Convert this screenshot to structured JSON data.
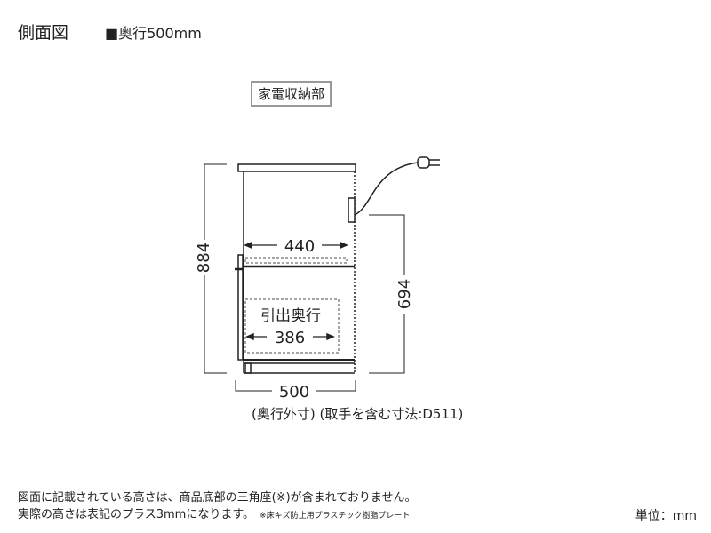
{
  "title": "側面図",
  "subtitle": "■奥行500mm",
  "section_label": "家電収納部",
  "dimensions": {
    "height_total": "884",
    "inner_width": "440",
    "counter_height": "694",
    "drawer_label": "引出奥行",
    "drawer_depth": "386",
    "outer_depth": "500"
  },
  "caption": "(奥行外寸) (取手を含む寸法:D511)",
  "notes": {
    "line1": "図面に記載されている高さは、商品底部の三角座(※)が含まれておりません。",
    "line2": "実際の高さは表記のプラス3mmになります。",
    "footnote": "※床キズ防止用プラスチック樹脂プレート"
  },
  "unit": "単位：mm"
}
